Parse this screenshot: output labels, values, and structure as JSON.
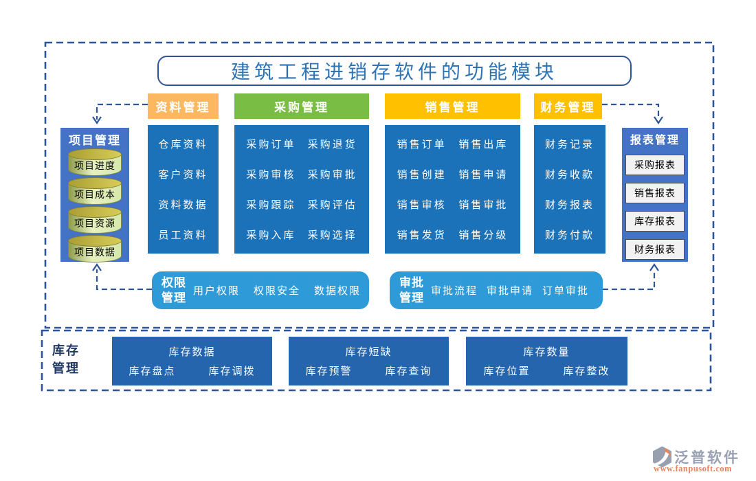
{
  "title": "建筑工程进销存软件的功能模块",
  "colors": {
    "header_orange": "#FBB861",
    "header_green": "#7ABD44",
    "header_gold": "#FFC000",
    "column_blue": "#1C72B8",
    "panel_blue": "#4472C4",
    "pill_blue": "#2E9BD8",
    "inventory_blue": "#2565AD",
    "dash_navy": "#2F5496",
    "title_blue": "#2E74B5"
  },
  "project_panel": {
    "title": "项目管理",
    "items": [
      "项目进度",
      "项目成本",
      "项目资源",
      "项目数据"
    ]
  },
  "columns": [
    {
      "header": "资料管理",
      "rows": [
        [
          "仓库资料"
        ],
        [
          "客户资料"
        ],
        [
          "资料数据"
        ],
        [
          "员工资料"
        ]
      ]
    },
    {
      "header": "采购管理",
      "rows": [
        [
          "采购订单",
          "采购退货"
        ],
        [
          "采购审核",
          "采购审批"
        ],
        [
          "采购跟踪",
          "采购评估"
        ],
        [
          "采购入库",
          "采购选择"
        ]
      ]
    },
    {
      "header": "销售管理",
      "rows": [
        [
          "销售订单",
          "销售出库"
        ],
        [
          "销售创建",
          "销售申请"
        ],
        [
          "销售审核",
          "销售审批"
        ],
        [
          "销售发货",
          "销售分级"
        ]
      ]
    },
    {
      "header": "财务管理",
      "rows": [
        [
          "财务记录"
        ],
        [
          "财务收款"
        ],
        [
          "财务报表"
        ],
        [
          "财务付款"
        ]
      ]
    }
  ],
  "report_panel": {
    "title": "报表管理",
    "items": [
      "采购报表",
      "销售报表",
      "库存报表",
      "财务报表"
    ]
  },
  "permission_box": {
    "title_line1": "权限",
    "title_line2": "管理",
    "items": [
      "用户权限",
      "权限安全",
      "数据权限"
    ]
  },
  "approval_box": {
    "title_line1": "审批",
    "title_line2": "管理",
    "items": [
      "审批流程",
      "审批申请",
      "订单审批"
    ]
  },
  "inventory_section": {
    "label_line1": "库存",
    "label_line2": "管理",
    "boxes": [
      {
        "title": "库存数据",
        "items": [
          "库存盘点",
          "库存调拨"
        ]
      },
      {
        "title": "库存短缺",
        "items": [
          "库存预警",
          "库存查询"
        ]
      },
      {
        "title": "库存数量",
        "items": [
          "库存位置",
          "库存整改"
        ]
      }
    ]
  },
  "logo": {
    "name": "泛普软件",
    "url": "www.fanpusoft.com"
  }
}
